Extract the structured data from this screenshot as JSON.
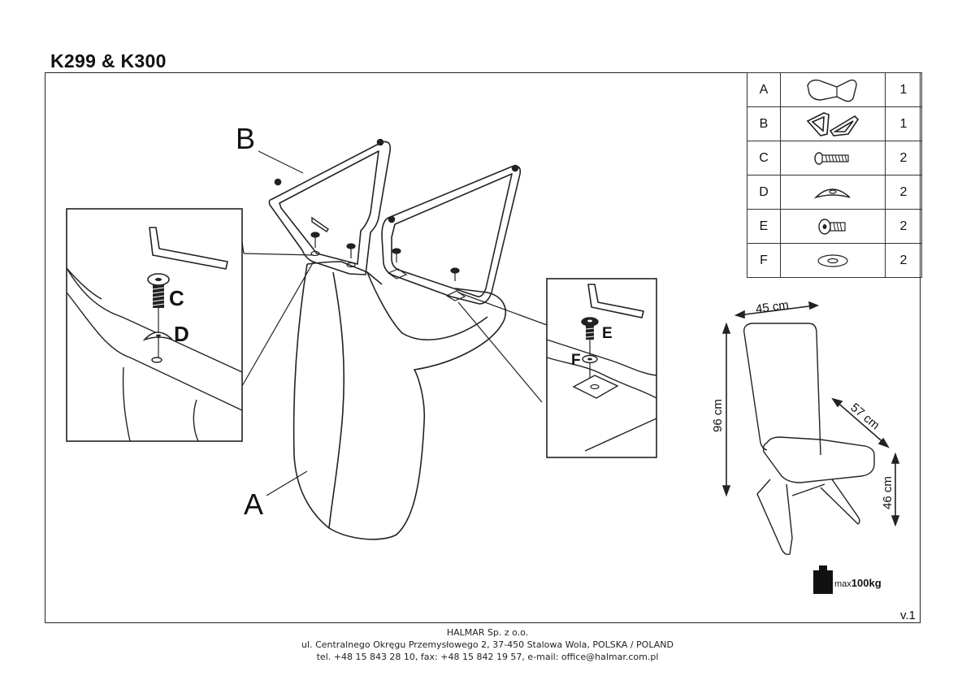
{
  "document": {
    "title": "K299 & K300",
    "version": "v.1"
  },
  "parts": [
    {
      "letter": "A",
      "icon": "seat-shell-icon",
      "qty": "1"
    },
    {
      "letter": "B",
      "icon": "chair-frame-icon",
      "qty": "1"
    },
    {
      "letter": "C",
      "icon": "long-bolt-icon",
      "qty": "2"
    },
    {
      "letter": "D",
      "icon": "curved-washer-icon",
      "qty": "2"
    },
    {
      "letter": "E",
      "icon": "short-bolt-icon",
      "qty": "2"
    },
    {
      "letter": "F",
      "icon": "flat-washer-icon",
      "qty": "2"
    }
  ],
  "callouts": {
    "part_a": "A",
    "part_b": "B",
    "bolt_c": "C",
    "washer_d": "D",
    "bolt_e": "E",
    "washer_f": "F"
  },
  "dimensions": {
    "width": "45 cm",
    "height": "96 cm",
    "depth": "57 cm",
    "seat_height": "46 cm"
  },
  "max_load": {
    "prefix": "max",
    "value": "100kg"
  },
  "footer": {
    "company": "HALMAR Sp. z o.o.",
    "address": "ul. Centralnego Okręgu Przemysłowego 2, 37-450 Stalowa Wola, POLSKA / POLAND",
    "contact": "tel. +48 15 843 28 10, fax: +48 15 842 19 57, e-mail: office@halmar.com.pl"
  }
}
